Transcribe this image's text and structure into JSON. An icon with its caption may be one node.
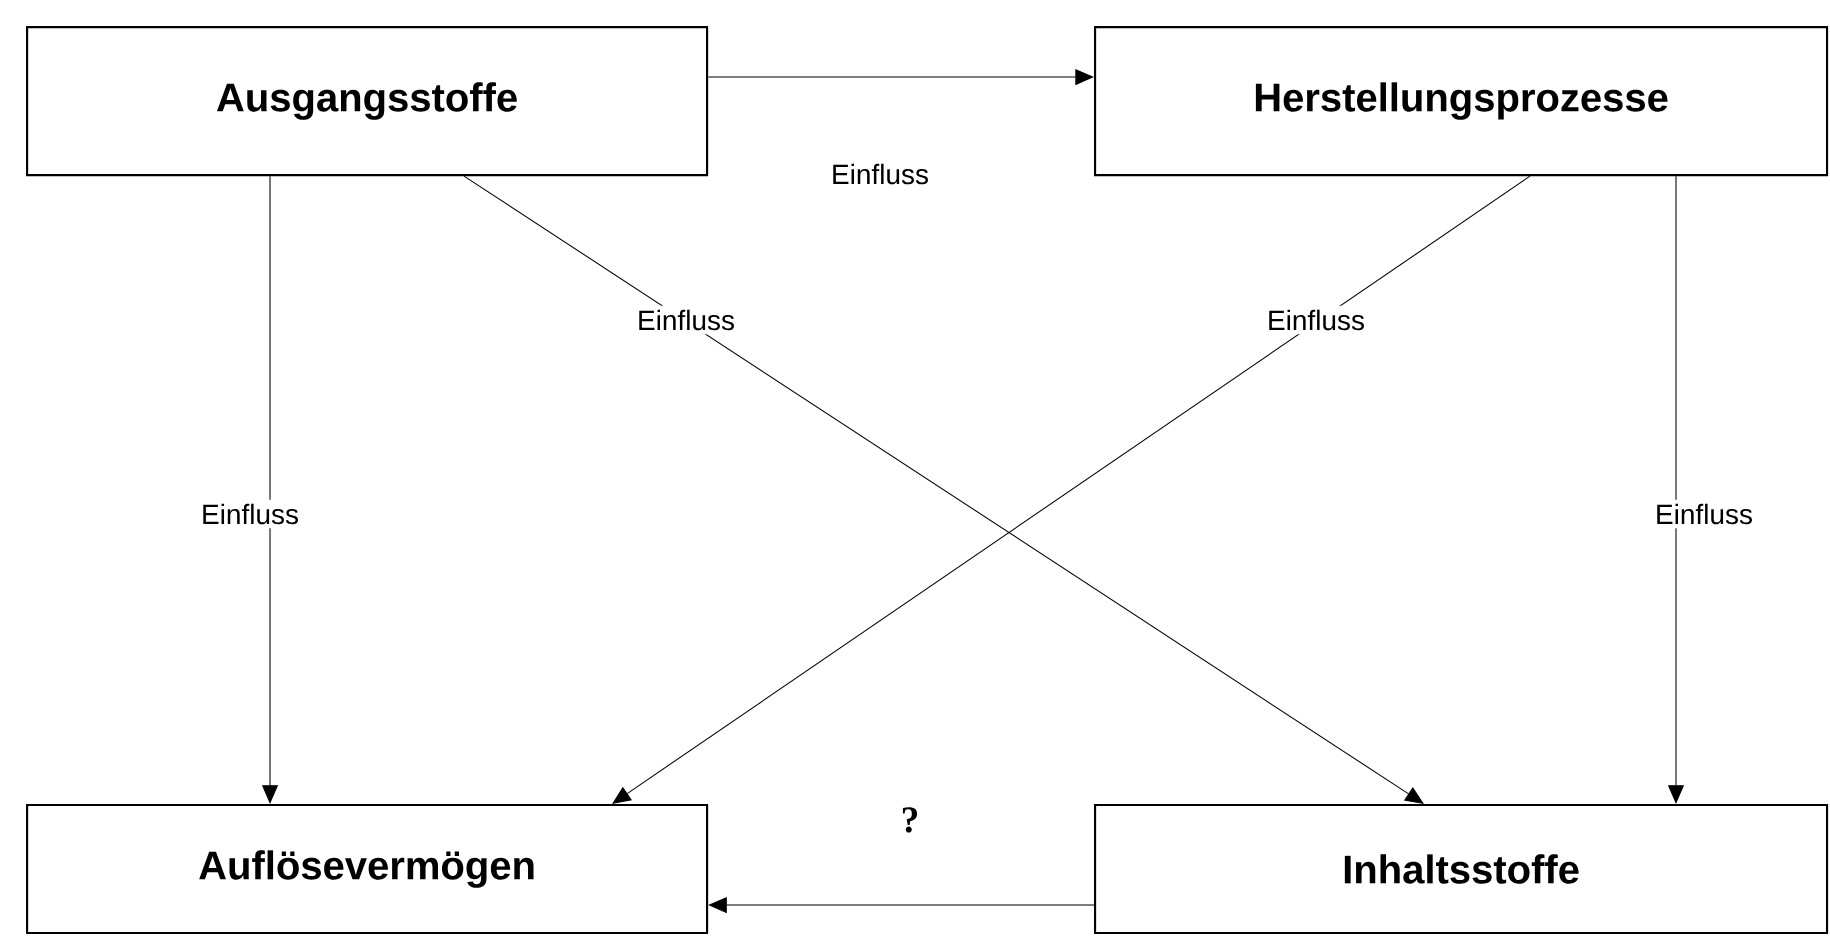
{
  "diagram": {
    "nodes": [
      {
        "text": [
          "Ausgangsstoffe"
        ]
      },
      {
        "text": [
          "Herstellungsprozesse"
        ]
      },
      {
        "text": [
          "Auflösevermögen"
        ]
      },
      {
        "text": [
          "Inhaltsstoffe"
        ]
      }
    ],
    "edges": [
      {
        "from": 0,
        "to": 1,
        "arrow": "to",
        "label": "Einfluss"
      },
      {
        "from": 0,
        "to": 2,
        "arrow": "to",
        "label": "Einfluss"
      },
      {
        "from": 0,
        "to": 3,
        "arrow": "to",
        "label": "Einfluss"
      },
      {
        "from": 1,
        "to": 2,
        "arrow": "to",
        "label": "Einfluss"
      },
      {
        "from": 1,
        "to": 3,
        "arrow": "to",
        "label": "Einfluss"
      },
      {
        "from": 3,
        "to": 2,
        "arrow": "to",
        "label": "?"
      }
    ]
  }
}
